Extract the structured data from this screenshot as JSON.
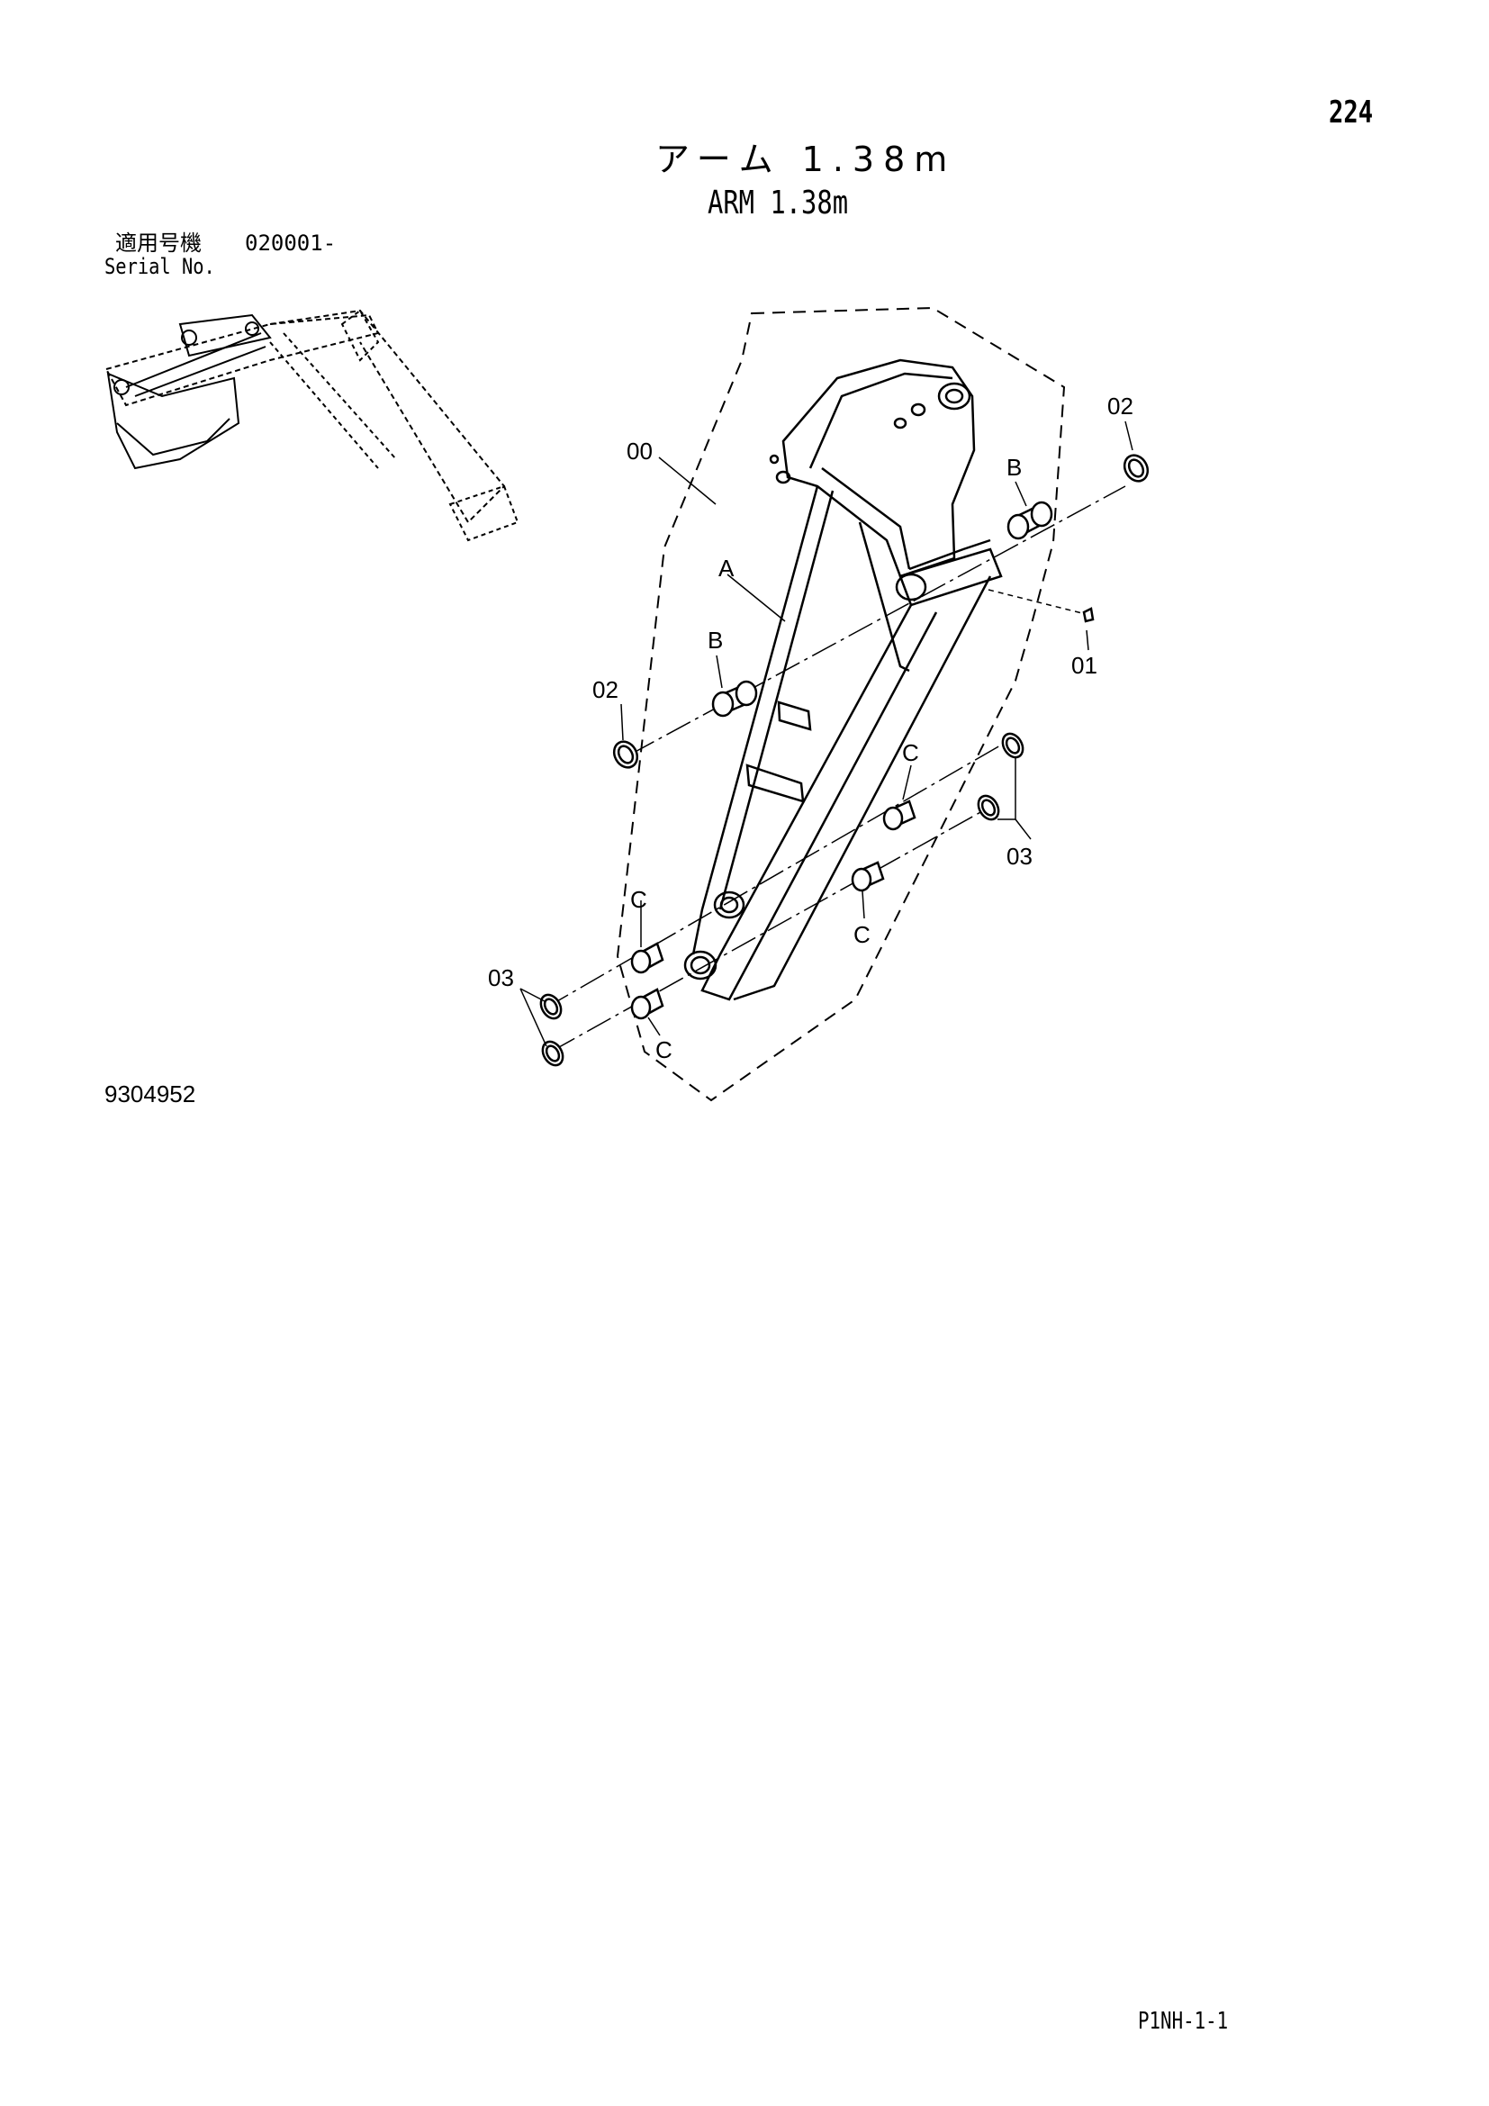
{
  "page_number": "224",
  "title_jp": "アーム 1.38m",
  "title_en": "ARM 1.38m",
  "serial": {
    "label_jp": "適用号機",
    "from": "020001-",
    "label_en": "Serial No."
  },
  "drawing_number": "9304952",
  "page_code": "P1NH-1-1",
  "callouts": {
    "assembly": "00",
    "grease_fitting": "01",
    "ring_top": "02",
    "ring_left": "02",
    "ring_right_lower": "03",
    "ring_left_lower": "03",
    "weld_arm": "A",
    "bushing_top": "B",
    "bushing_left": "B",
    "bushing_c1": "C",
    "bushing_c2": "C",
    "bushing_c3": "C",
    "bushing_c4": "C"
  }
}
